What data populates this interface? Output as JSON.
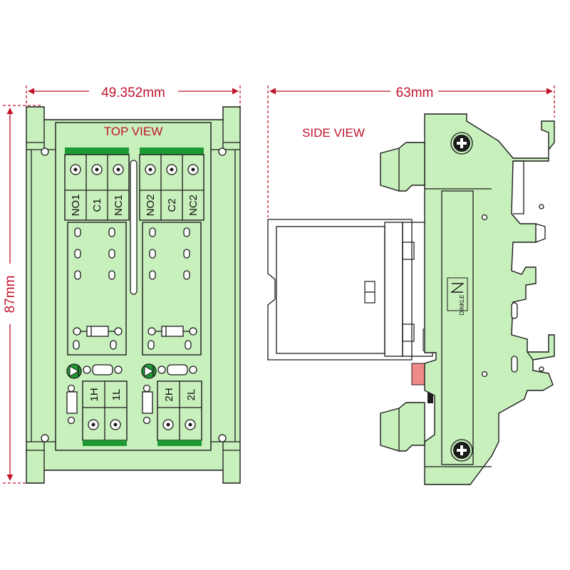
{
  "dimensions": {
    "width_top": "49.352mm",
    "width_side": "63mm",
    "height": "87mm"
  },
  "views": {
    "top": "TOP VIEW",
    "side": "SIDE VIEW"
  },
  "terminals": {
    "relay1": [
      "NO1",
      "C1",
      "NC1"
    ],
    "relay2": [
      "NO2",
      "C2",
      "NC2"
    ],
    "input1": [
      "1H",
      "1L"
    ],
    "input2": [
      "2H",
      "2L"
    ]
  },
  "brand_mark": "DINKLE",
  "colors": {
    "dimension": "#c0142a",
    "board": "#c8f0bc",
    "terminal_bar": "#1e9a34",
    "outline": "#1b1b1b"
  }
}
